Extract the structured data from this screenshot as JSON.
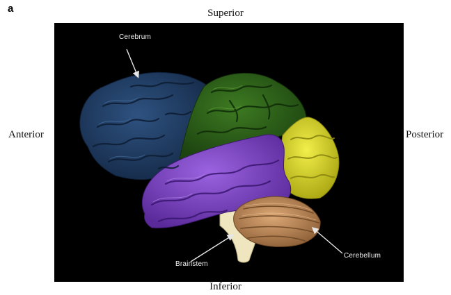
{
  "panel": {
    "letter": "a"
  },
  "directions": {
    "superior": "Superior",
    "inferior": "Inferior",
    "anterior": "Anterior",
    "posterior": "Posterior"
  },
  "labels": {
    "cerebrum": "Cerebrum",
    "brainstem": "Brainstem",
    "cerebellum": "Cerebellum"
  },
  "colors": {
    "background": "#000000",
    "frontal_lobe": "#1f3a5e",
    "parietal_lobe": "#2a5a17",
    "occipital_lobe": "#d6d21c",
    "temporal_lobe": "#7a3fc2",
    "cerebellum": "#c08a55",
    "brainstem": "#efe6bf",
    "arrow": "#e6e6e6"
  }
}
